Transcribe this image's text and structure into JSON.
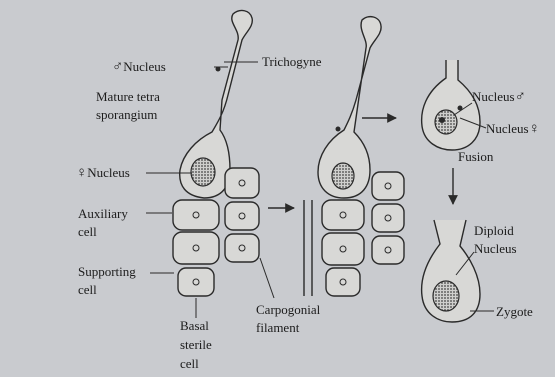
{
  "labels": {
    "male_nucleus": "Nucleus",
    "male_symbol": "♂",
    "trichogyne": "Trichogyne",
    "mature_line1": "Mature tetra",
    "mature_line2": "sporangium",
    "female_nucleus": "Nucleus",
    "female_symbol": "♀",
    "auxiliary_1": "Auxiliary",
    "auxiliary_2": "cell",
    "supporting_1": "Supporting",
    "supporting_2": "cell",
    "basal_1": "Basal",
    "basal_2": "sterile",
    "basal_3": "cell",
    "carpogonial_1": "Carpogonial",
    "carpogonial_2": "filament",
    "fusion_male": "Nucleus",
    "fusion_female": "Nucleus",
    "fusion": "Fusion",
    "diploid_1": "Diploid",
    "diploid_2": "Nucleus",
    "zygote": "Zygote"
  }
}
